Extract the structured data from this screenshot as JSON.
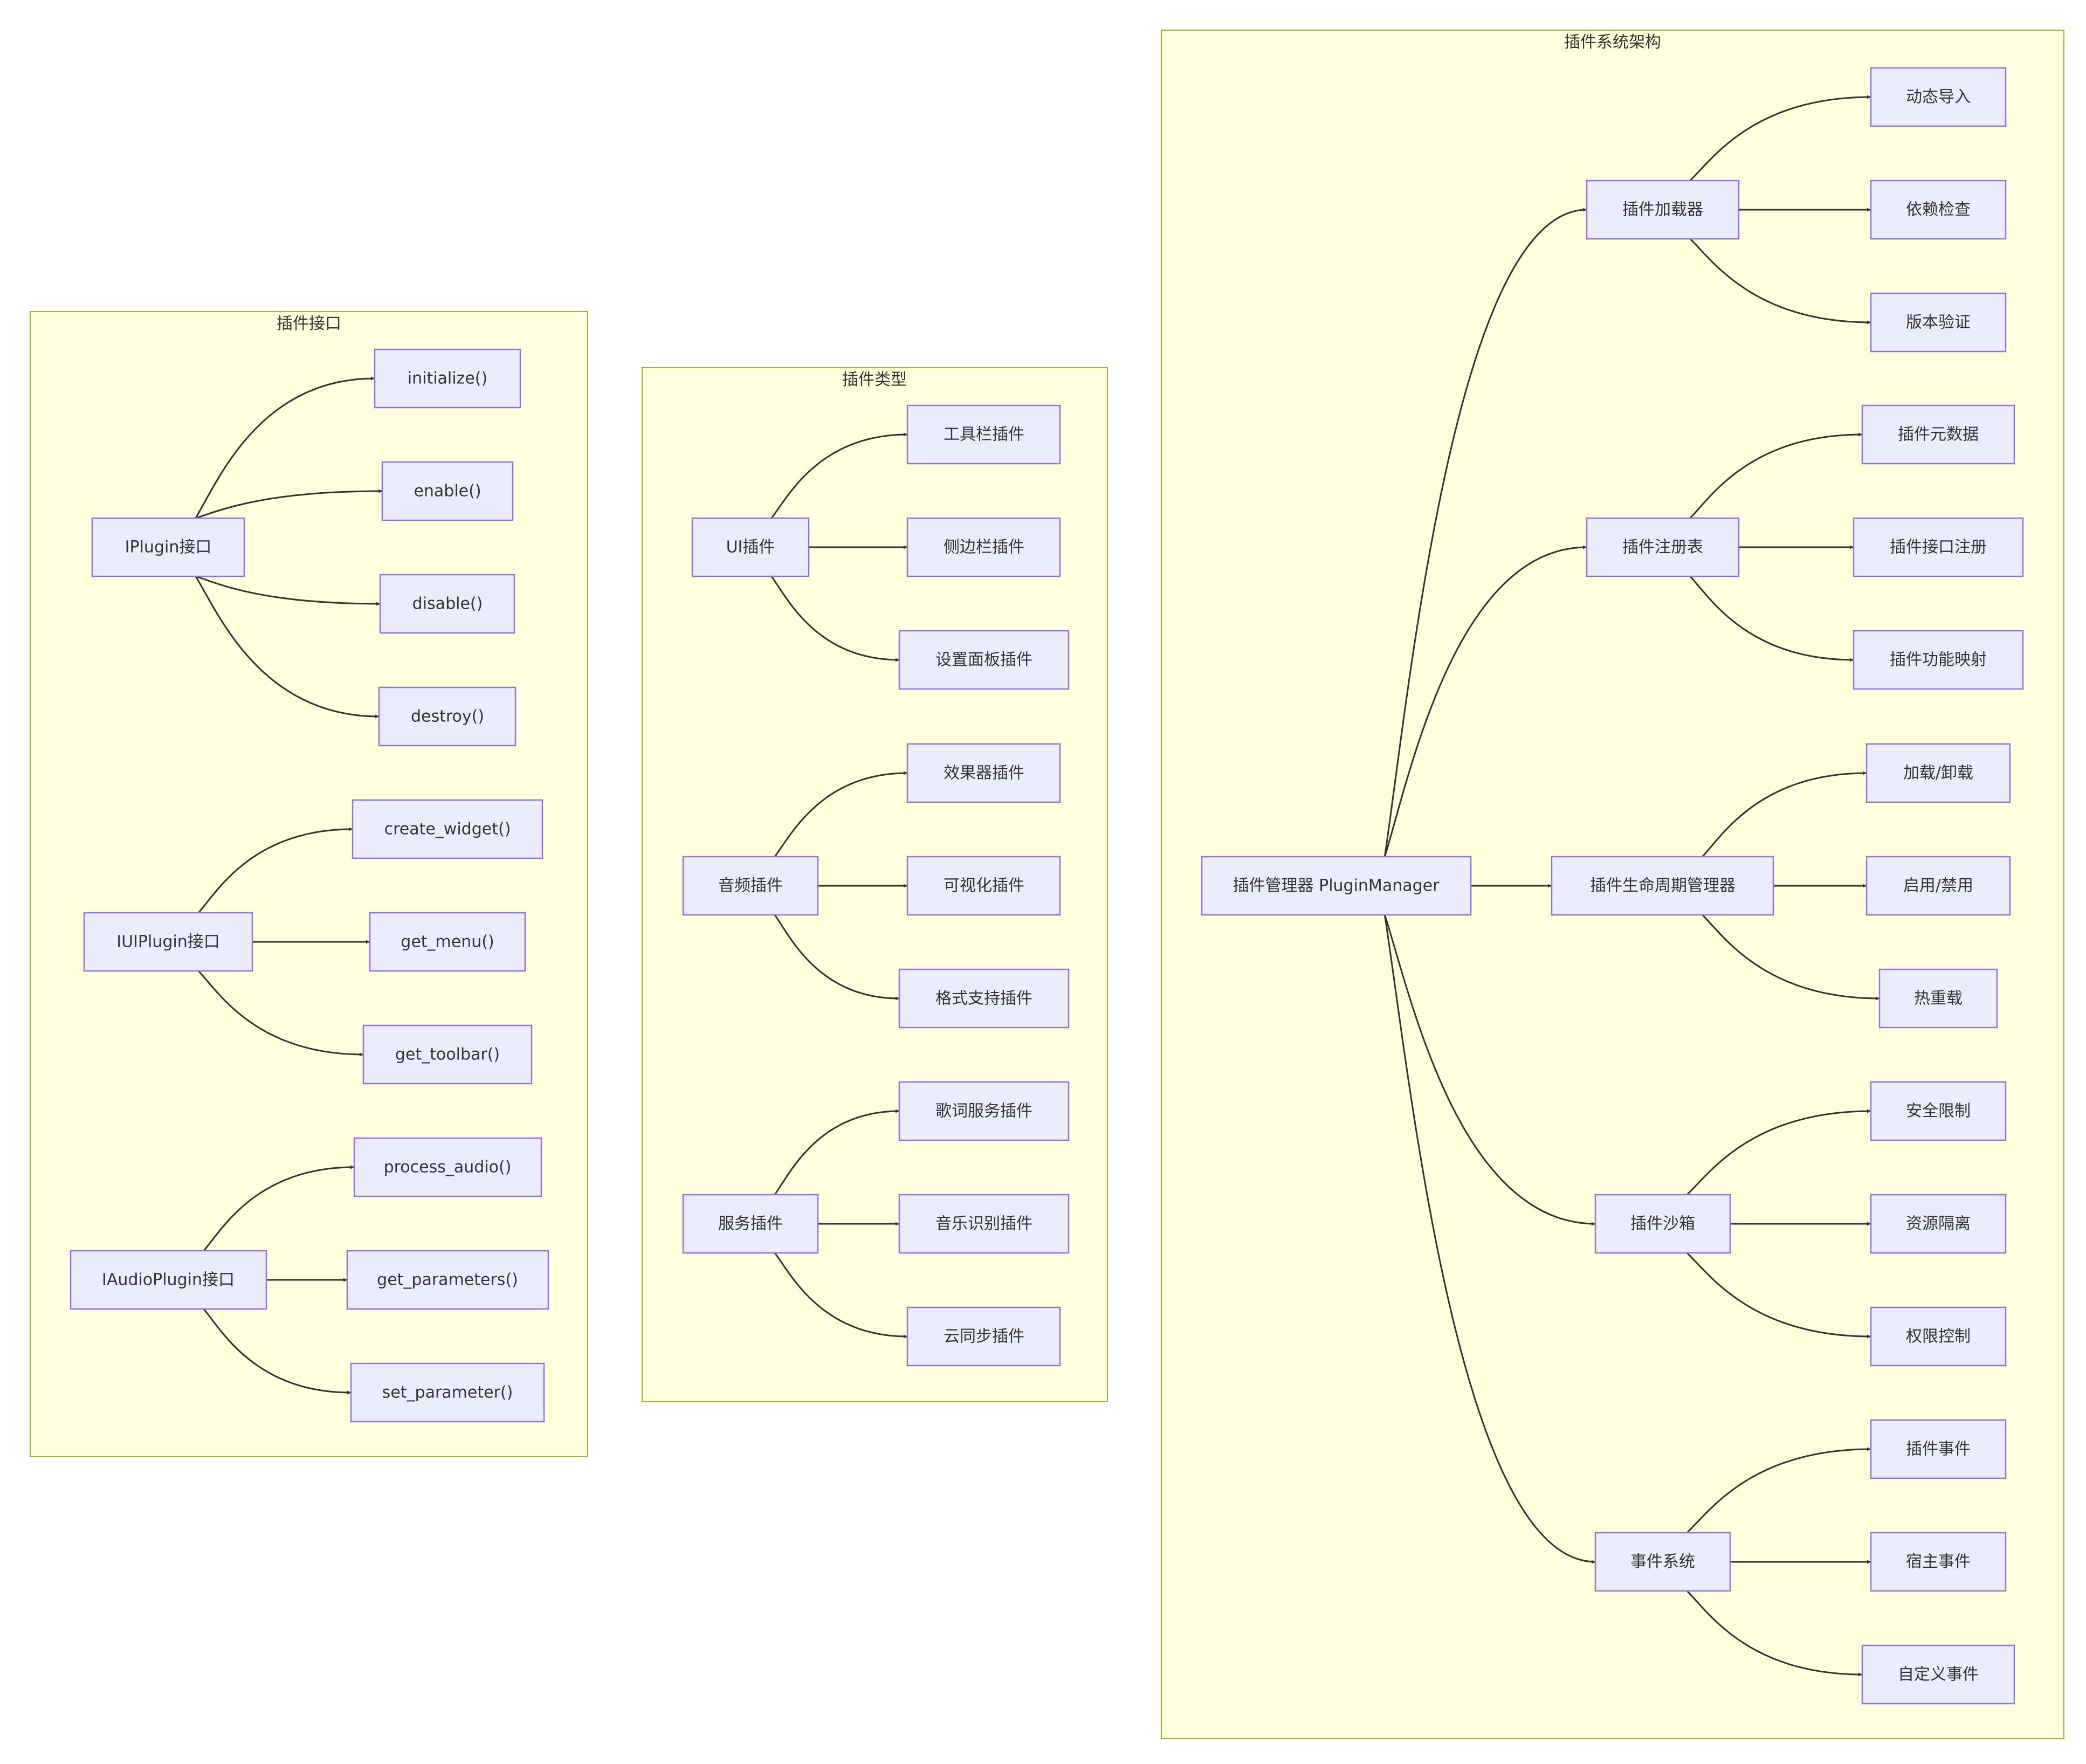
{
  "clusters": {
    "interface": {
      "title": "插件接口"
    },
    "types": {
      "title": "插件类型"
    },
    "arch": {
      "title": "插件系统架构"
    }
  },
  "nodes": {
    "iplugin": "IPlugin接口",
    "initialize": "initialize()",
    "enable": "enable()",
    "disable": "disable()",
    "destroy": "destroy()",
    "iuiplugin": "IUIPlugin接口",
    "create_widget": "create_widget()",
    "get_menu": "get_menu()",
    "get_toolbar": "get_toolbar()",
    "iaudioplugin": "IAudioPlugin接口",
    "process_audio": "process_audio()",
    "get_parameters": "get_parameters()",
    "set_parameter": "set_parameter()",
    "ui_plugin": "UI插件",
    "toolbar_plugin": "工具栏插件",
    "sidebar_plugin": "侧边栏插件",
    "settings_plugin": "设置面板插件",
    "audio_plugin": "音频插件",
    "effect_plugin": "效果器插件",
    "visual_plugin": "可视化插件",
    "format_plugin": "格式支持插件",
    "service_plugin": "服务插件",
    "lyrics_plugin": "歌词服务插件",
    "recog_plugin": "音乐识别插件",
    "cloud_plugin": "云同步插件",
    "manager": "插件管理器 PluginManager",
    "loader": "插件加载器",
    "dyn_import": "动态导入",
    "dep_check": "依赖检查",
    "ver_check": "版本验证",
    "registry": "插件注册表",
    "meta": "插件元数据",
    "iface_reg": "插件接口注册",
    "func_map": "插件功能映射",
    "lifecycle": "插件生命周期管理器",
    "load_unload": "加载/卸载",
    "enable_disable": "启用/禁用",
    "hot_reload": "热重载",
    "sandbox": "插件沙箱",
    "security": "安全限制",
    "isolation": "资源隔离",
    "permission": "权限控制",
    "events": "事件系统",
    "plugin_events": "插件事件",
    "host_events": "宿主事件",
    "custom_events": "自定义事件"
  },
  "edges": [
    [
      "iplugin",
      "initialize"
    ],
    [
      "iplugin",
      "enable"
    ],
    [
      "iplugin",
      "disable"
    ],
    [
      "iplugin",
      "destroy"
    ],
    [
      "iuiplugin",
      "create_widget"
    ],
    [
      "iuiplugin",
      "get_menu"
    ],
    [
      "iuiplugin",
      "get_toolbar"
    ],
    [
      "iaudioplugin",
      "process_audio"
    ],
    [
      "iaudioplugin",
      "get_parameters"
    ],
    [
      "iaudioplugin",
      "set_parameter"
    ],
    [
      "ui_plugin",
      "toolbar_plugin"
    ],
    [
      "ui_plugin",
      "sidebar_plugin"
    ],
    [
      "ui_plugin",
      "settings_plugin"
    ],
    [
      "audio_plugin",
      "effect_plugin"
    ],
    [
      "audio_plugin",
      "visual_plugin"
    ],
    [
      "audio_plugin",
      "format_plugin"
    ],
    [
      "service_plugin",
      "lyrics_plugin"
    ],
    [
      "service_plugin",
      "recog_plugin"
    ],
    [
      "service_plugin",
      "cloud_plugin"
    ],
    [
      "manager",
      "loader"
    ],
    [
      "manager",
      "registry"
    ],
    [
      "manager",
      "lifecycle"
    ],
    [
      "manager",
      "sandbox"
    ],
    [
      "manager",
      "events"
    ],
    [
      "loader",
      "dyn_import"
    ],
    [
      "loader",
      "dep_check"
    ],
    [
      "loader",
      "ver_check"
    ],
    [
      "registry",
      "meta"
    ],
    [
      "registry",
      "iface_reg"
    ],
    [
      "registry",
      "func_map"
    ],
    [
      "lifecycle",
      "load_unload"
    ],
    [
      "lifecycle",
      "enable_disable"
    ],
    [
      "lifecycle",
      "hot_reload"
    ],
    [
      "sandbox",
      "security"
    ],
    [
      "sandbox",
      "isolation"
    ],
    [
      "sandbox",
      "permission"
    ],
    [
      "events",
      "plugin_events"
    ],
    [
      "events",
      "host_events"
    ],
    [
      "events",
      "custom_events"
    ]
  ]
}
